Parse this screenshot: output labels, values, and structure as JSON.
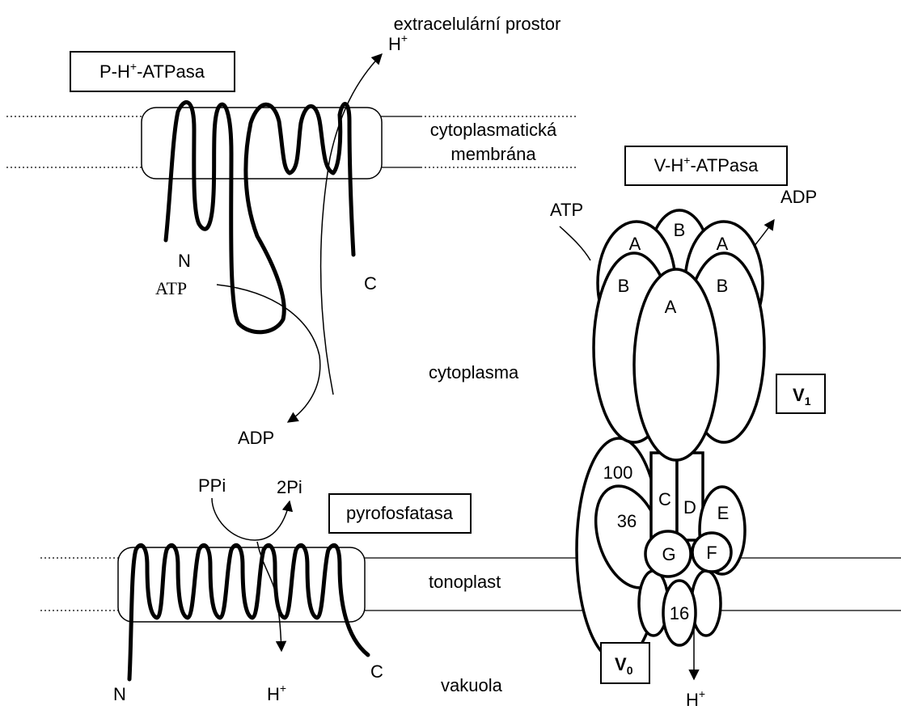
{
  "labels": {
    "extracellular": "extracelulární prostor",
    "cytoplasmic_membrane_1": "cytoplasmatická",
    "cytoplasmic_membrane_2": "membrána",
    "cytoplasm": "cytoplasma",
    "tonoplast": "tonoplast",
    "vacuole": "vakuola"
  },
  "p_atpase": {
    "name_main": "P-H",
    "name_sup": "+",
    "name_tail": "-ATPasa",
    "n_terminus": "N",
    "c_terminus": "C",
    "atp": "ATP",
    "adp": "ADP",
    "proton": "H",
    "proton_sup": "+"
  },
  "v_atpase": {
    "name_main": "V-H",
    "name_sup": "+",
    "name_tail": "-ATPasa",
    "atp": "ATP",
    "adp": "ADP",
    "v1_main": "V",
    "v1_sub": "1",
    "v0_main": "V",
    "v0_sub": "0",
    "proton": "H",
    "proton_sup": "+",
    "subunits": {
      "A_left": "A",
      "B_top": "B",
      "A_right": "A",
      "B_left": "B",
      "A_center": "A",
      "B_right": "B",
      "C": "C",
      "D": "D",
      "E": "E",
      "F": "F",
      "G": "G",
      "s100": "100",
      "s36": "36",
      "s16": "16"
    }
  },
  "pyrophosphatase": {
    "name": "pyrofosfatasa",
    "ppi": "PPi",
    "two_pi": "2Pi",
    "n_terminus": "N",
    "c_terminus": "C",
    "proton": "H",
    "proton_sup": "+"
  }
}
